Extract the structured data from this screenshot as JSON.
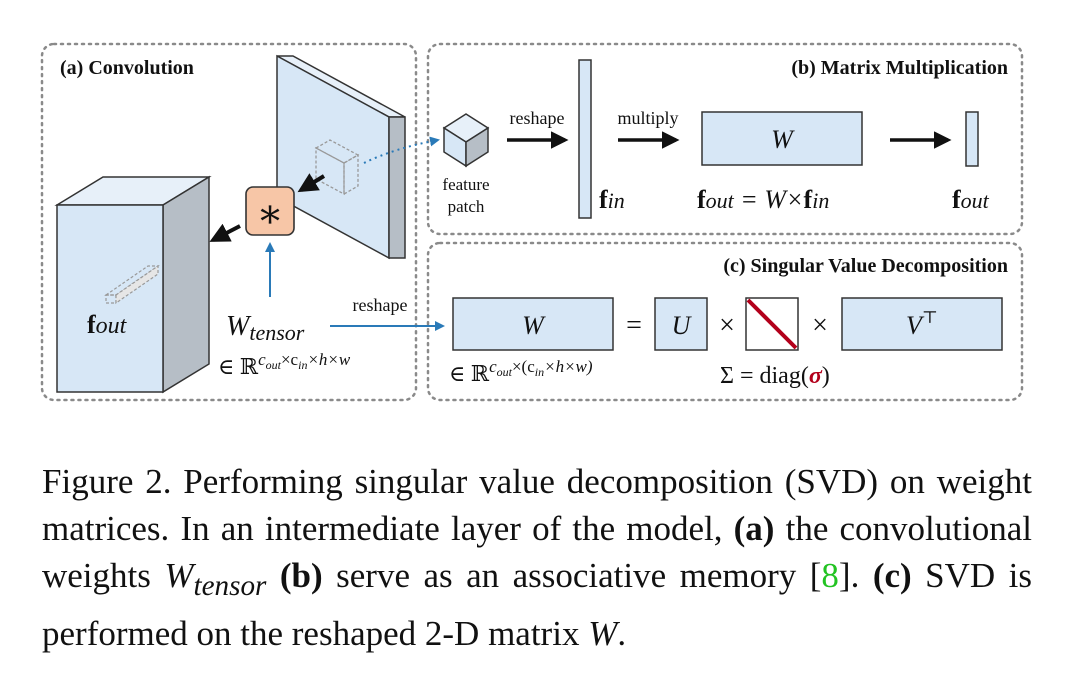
{
  "panels": {
    "a": {
      "title": "(a) Convolution"
    },
    "b": {
      "title": "(b) Matrix Multiplication"
    },
    "c": {
      "title": "(c) Singular Value Decomposition"
    }
  },
  "labels": {
    "feature_line1": "feature",
    "feature_line2": "patch",
    "reshape": "reshape",
    "multiply": "multiply",
    "conv_op": "∗",
    "f": "f",
    "in": "in",
    "out": "out",
    "W": "W",
    "tensor": "tensor",
    "U": "U",
    "V": "V",
    "T": "⊤",
    "times": "×",
    "eq": "=",
    "in_sym": "∈ ℝ",
    "sup_a": "c",
    "sup_a2": "×c",
    "sup_a3": "×h×w",
    "sup_c": "×(c",
    "sup_c2": "×h×w)",
    "sigma_lhs": "Σ = diag(",
    "sigma": "σ",
    "sigma_rhs": ")",
    "eq_lhs_rhs": " = W×"
  },
  "caption": {
    "p1": "Figure 2.  Performing singular value decomposition (SVD) on weight matrices.  In an intermediate layer of the model, ",
    "a": "(a)",
    "p2": " the convolutional weights ",
    "W": "W",
    "Wsub": "tensor",
    "b": "(b)",
    "p3": " serve as an associative memory [",
    "ref": "8",
    "p4": "]. ",
    "c": "(c)",
    "p5": " SVD is performed on the reshaped 2-D matrix ",
    "W2": "W",
    "p6": "."
  },
  "colors": {
    "box_fill": "#d7e7f6",
    "box_side": "#aeb8c2",
    "conv_fill": "#f7c6a7",
    "arrow_blue": "#2a7ab8",
    "sigma_red": "#b3001b",
    "border_dotted": "#8a8a8a"
  }
}
